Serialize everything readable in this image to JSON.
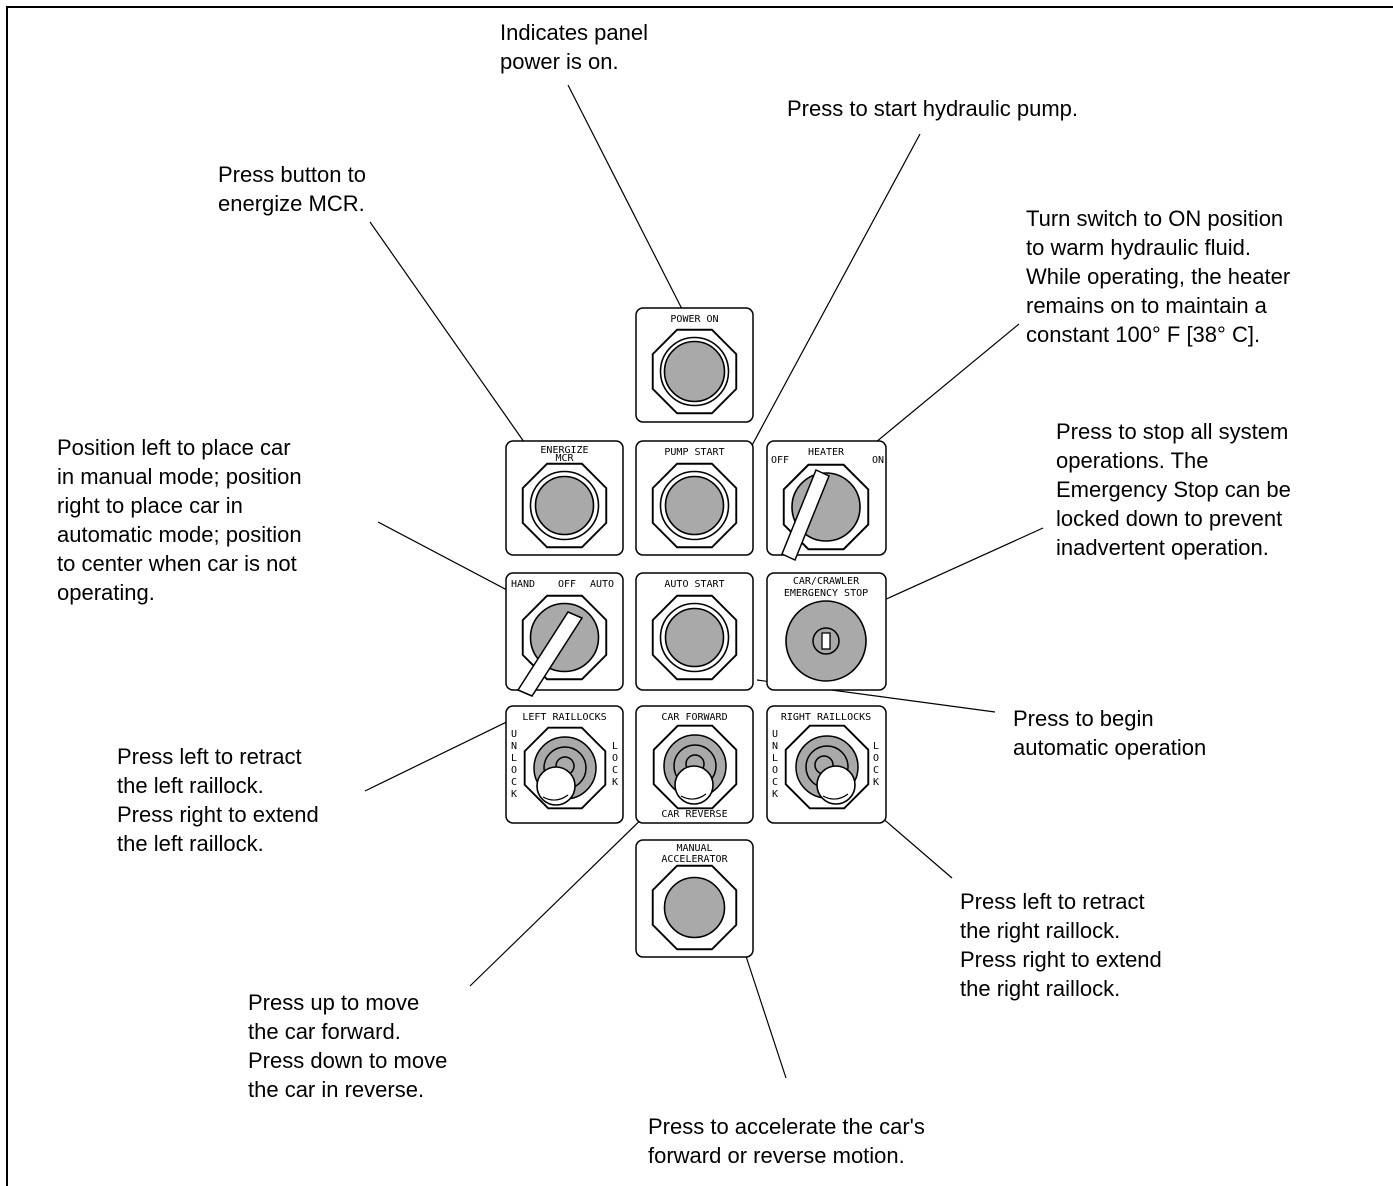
{
  "annotations": {
    "power_on": [
      "Indicates panel",
      "power is on."
    ],
    "pump_start": [
      "Press to start hydraulic pump."
    ],
    "energize": [
      "Press button to",
      "energize MCR."
    ],
    "heater": [
      "Turn switch to ON position",
      "to warm hydraulic fluid.",
      "While operating, the heater",
      "remains on to maintain a",
      "constant 100° F [38° C]."
    ],
    "hand_off_auto": [
      "Position left to place car",
      "in manual mode; position",
      "right to place car in",
      "automatic mode; position",
      "to center when car is not",
      "operating."
    ],
    "emergency_stop": [
      "Press to stop all system",
      "operations. The",
      "Emergency Stop can be",
      "locked down to prevent",
      "inadvertent operation."
    ],
    "auto_start": [
      "Press to begin",
      "automatic operation"
    ],
    "left_raillocks": [
      "Press left to retract",
      "the left raillock.",
      "Press right to extend",
      "the left raillock."
    ],
    "right_raillocks": [
      "Press left to retract",
      "the right raillock.",
      "Press right to extend",
      "the right raillock."
    ],
    "car_forward": [
      "Press up to move",
      "the car forward.",
      "Press down to move",
      "the car in reverse."
    ],
    "accelerator": [
      "Press to accelerate the car's",
      "forward or reverse motion."
    ]
  },
  "panel": {
    "power_on": "POWER ON",
    "energize": [
      "ENERGIZE",
      "MCR"
    ],
    "pump_start": "PUMP START",
    "heater": "HEATER",
    "heater_off": "OFF",
    "heater_on": "ON",
    "hand_off_auto": [
      "HAND",
      "OFF",
      "AUTO"
    ],
    "auto_start": "AUTO START",
    "emergency_stop": [
      "CAR/CRAWLER",
      "EMERGENCY STOP"
    ],
    "left_raillocks": "LEFT RAILLOCKS",
    "right_raillocks": "RIGHT RAILLOCKS",
    "unlock": [
      "U",
      "N",
      "L",
      "O",
      "C",
      "K"
    ],
    "lock": [
      "L",
      "O",
      "C",
      "K"
    ],
    "car_forward": "CAR FORWARD",
    "car_reverse": "CAR REVERSE",
    "accelerator": [
      "MANUAL",
      "ACCELERATOR"
    ]
  },
  "colors": {
    "button_fill": "#a9a9a9",
    "line": "#000000",
    "background": "#ffffff"
  }
}
